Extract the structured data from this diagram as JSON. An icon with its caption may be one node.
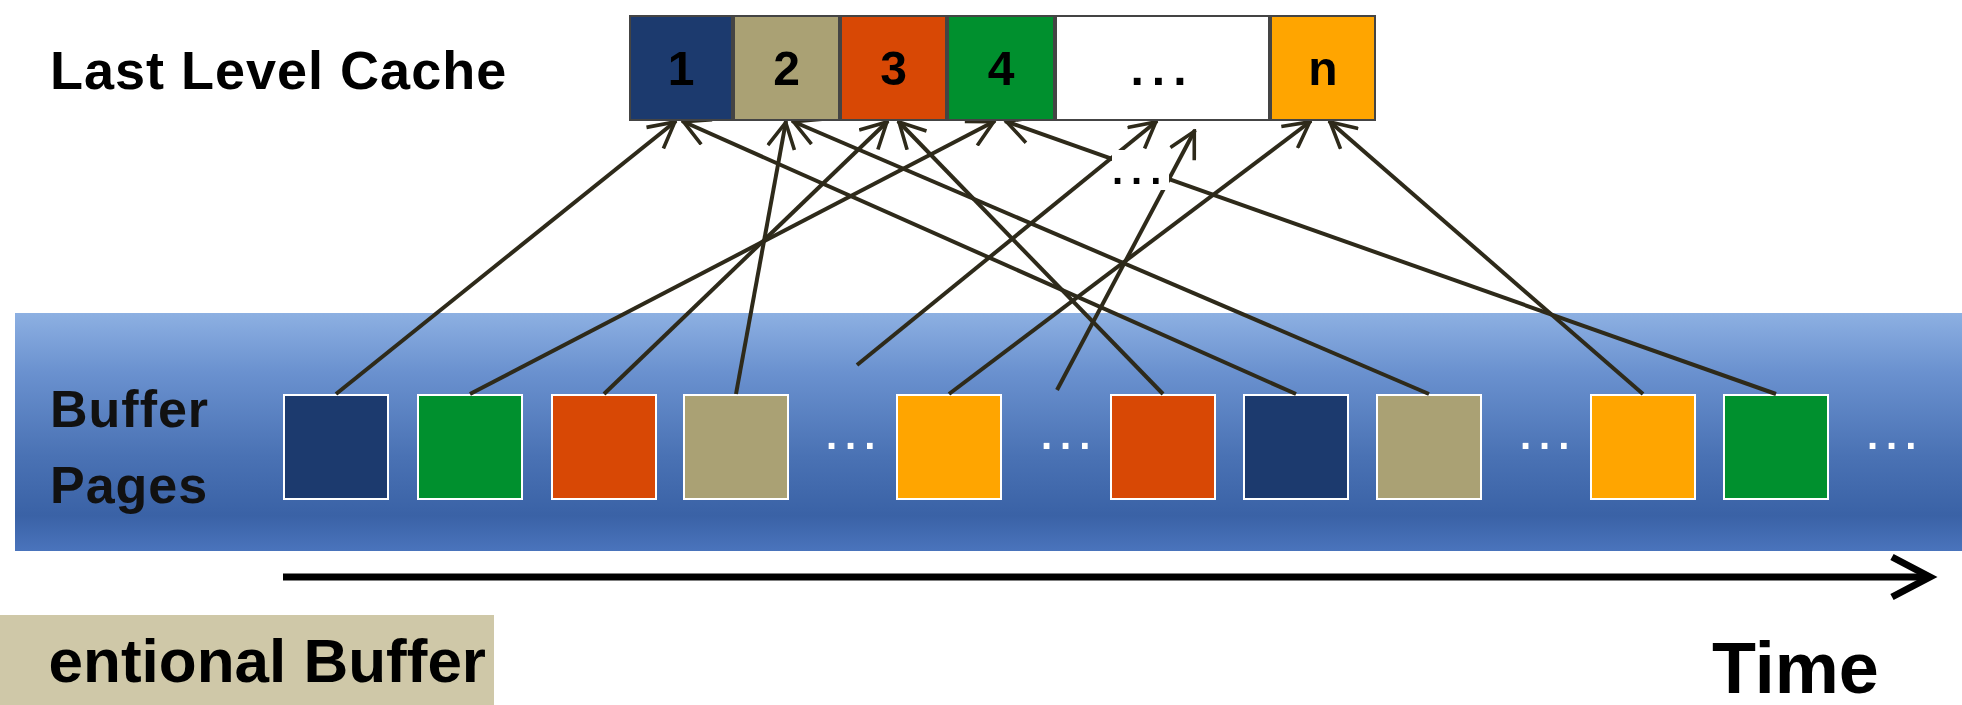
{
  "diagram": {
    "nodes": [
      {
        "text": [
          "1"
        ]
      },
      {
        "text": [
          "2"
        ]
      },
      {
        "text": [
          "3"
        ]
      },
      {
        "text": [
          "4"
        ]
      },
      {
        "text": [
          "..."
        ]
      },
      {
        "text": [
          "n"
        ]
      },
      {
        "text": [
          "Buffer Pages"
        ]
      },
      {
        "text": [],
        "shape": "box",
        "in": 6
      },
      {
        "text": [],
        "shape": "box",
        "in": 6
      },
      {
        "text": [],
        "shape": "box",
        "in": 6
      },
      {
        "text": [],
        "shape": "box",
        "in": 6
      },
      {
        "text": [],
        "shape": "box",
        "in": 6
      },
      {
        "text": [],
        "shape": "box",
        "in": 6
      },
      {
        "text": [],
        "shape": "box",
        "in": 6
      },
      {
        "text": [],
        "shape": "box",
        "in": 6
      },
      {
        "text": [],
        "shape": "box",
        "in": 6
      },
      {
        "text": [],
        "shape": "box",
        "in": 6
      }
    ],
    "edges": [
      {
        "from": 7,
        "to": 0,
        "arrow": "to"
      },
      {
        "from": 8,
        "to": 3,
        "arrow": "to"
      },
      {
        "from": 9,
        "to": 2,
        "arrow": "to"
      },
      {
        "from": 10,
        "to": 1,
        "arrow": "to"
      },
      {
        "from": null,
        "to": 4,
        "arrow": "to"
      },
      {
        "from": 11,
        "to": 5,
        "arrow": "to"
      },
      {
        "from": null,
        "to": 4,
        "arrow": "to"
      },
      {
        "from": 12,
        "to": 2,
        "arrow": "to"
      },
      {
        "from": 13,
        "to": 0,
        "arrow": "to"
      },
      {
        "from": 14,
        "to": 1,
        "arrow": "to"
      },
      {
        "from": 15,
        "to": 5,
        "arrow": "to"
      },
      {
        "from": 16,
        "to": 3,
        "arrow": "to"
      }
    ],
    "labels": [
      "Last Level Cache",
      "...",
      "...",
      "...",
      "...",
      "...",
      "entional Buffer",
      "Time"
    ]
  }
}
